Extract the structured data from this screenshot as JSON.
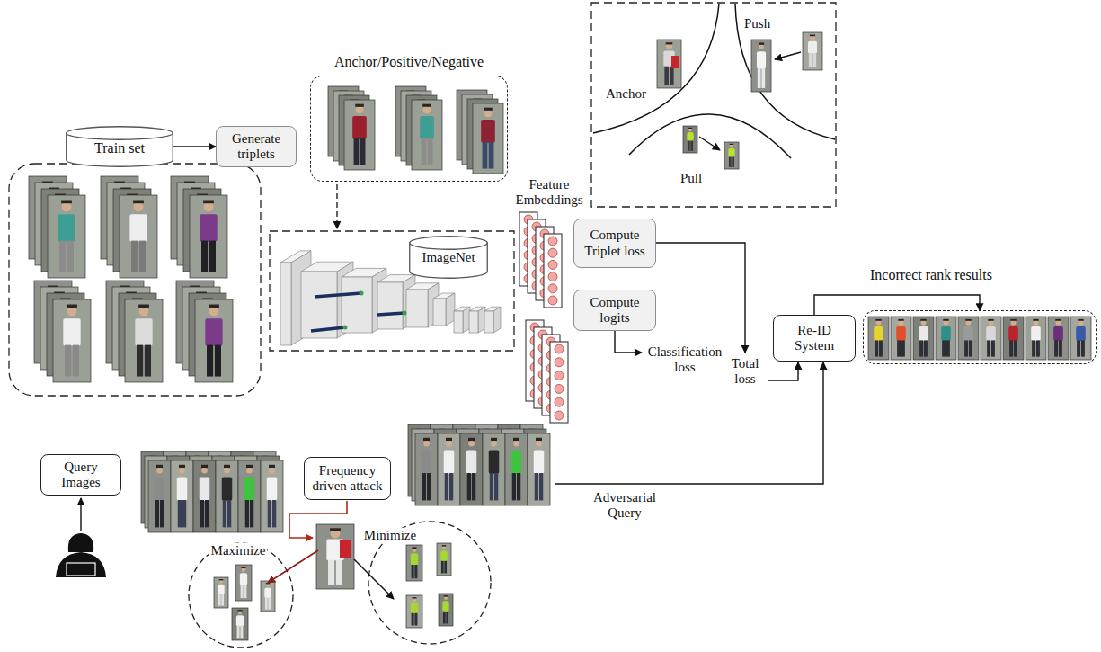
{
  "diagram": {
    "nodes": [
      {
        "text": [
          "Train set"
        ]
      },
      {
        "text": [
          "Generate triplets"
        ]
      },
      {
        "text": [
          "Anchor/Positive/Negative"
        ]
      },
      {
        "text": [
          "ImageNet"
        ]
      },
      {
        "text": [
          "Compute Triplet loss"
        ]
      },
      {
        "text": [
          "Compute logits"
        ]
      },
      {
        "text": [
          "Re-ID System"
        ]
      },
      {
        "text": [
          "Incorrect rank results"
        ]
      },
      {
        "text": [
          "Query Images"
        ]
      },
      {
        "text": [
          "Frequency driven attack"
        ]
      }
    ],
    "edges": [
      {
        "from": 0,
        "to": 1,
        "arrow": "to"
      },
      {
        "from": 6,
        "to": 7,
        "arrow": "to"
      }
    ],
    "labels": [
      "Feature Embeddings",
      "Push",
      "Anchor",
      "Pull",
      "Classification loss",
      "Total loss",
      "Adversarial Query",
      "Maximize",
      "Minimize"
    ]
  }
}
